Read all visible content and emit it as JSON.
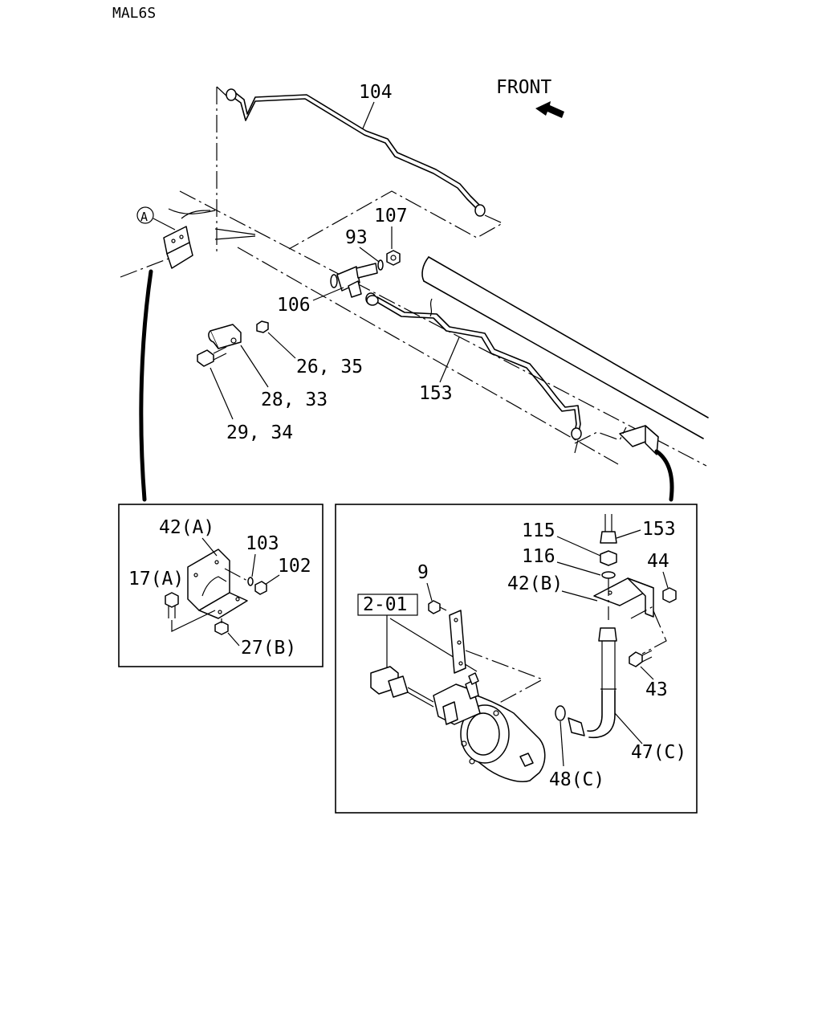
{
  "header": {
    "code": "MAL6S"
  },
  "direction": {
    "label": "FRONT"
  },
  "reference_marker": "A",
  "callouts": {
    "c104": "104",
    "c107": "107",
    "c93": "93",
    "c106": "106",
    "c153_main": "153",
    "c26_35": "26, 35",
    "c28_33": "28, 33",
    "c29_34": "29, 34"
  },
  "detail_a": {
    "c42a": "42(A)",
    "c103": "103",
    "c102": "102",
    "c17a": "17(A)",
    "c27b": "27(B)"
  },
  "detail_b": {
    "c115": "115",
    "c153": "153",
    "c116": "116",
    "c44": "44",
    "c42b": "42(B)",
    "c9": "9",
    "ref": "2-01",
    "c43": "43",
    "c47c": "47(C)",
    "c48c": "48(C)"
  }
}
